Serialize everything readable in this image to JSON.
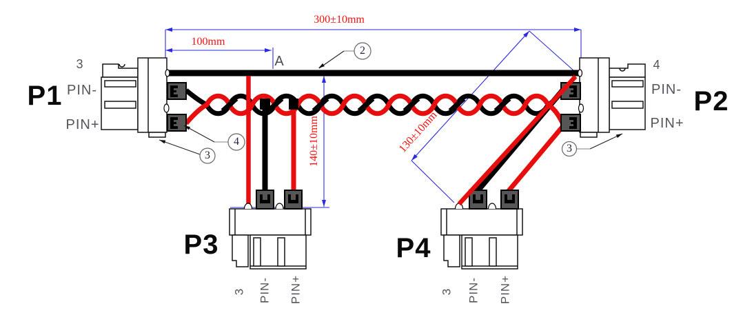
{
  "title": "wire-harness-drawing",
  "connectors": {
    "p1": {
      "name": "P1",
      "top_pin": "3",
      "pin_neg": "PIN-",
      "pin_pos": "PIN+"
    },
    "p2": {
      "name": "P2",
      "top_pin": "4",
      "pin_neg": "PIN-",
      "pin_pos": "PIN+"
    },
    "p3": {
      "name": "P3",
      "pin3": "3",
      "pin_neg": "PIN-",
      "pin_pos": "PIN+"
    },
    "p4": {
      "name": "P4",
      "pin3": "3",
      "pin_neg": "PIN-",
      "pin_pos": "PIN+"
    }
  },
  "dimensions": {
    "overall": "300±10mm",
    "tap": "100mm",
    "drop_p3": "140±10mm",
    "drop_p4": "130±10mm",
    "point_label": "A"
  },
  "callouts": {
    "wire": "2",
    "terminal": "4",
    "housing_left": "3",
    "housing_right": "3"
  },
  "colors": {
    "wire_red": "#e60e0e",
    "wire_black": "#000000",
    "dim_line_blue": "#2a2ae0",
    "dim_text_red": "#fb0f0f",
    "label_gray": "#54545e",
    "terminal_gray": "#565656"
  }
}
